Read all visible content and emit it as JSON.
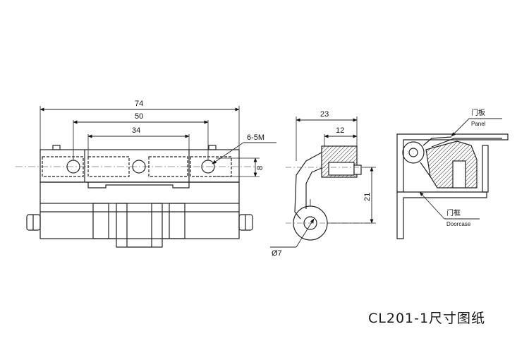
{
  "caption": "CL201-1尺寸图纸",
  "front_view": {
    "dim_overall": "74",
    "dim_holes": "50",
    "dim_inner": "34",
    "dim_height": "8",
    "thread_note": "6-5M"
  },
  "side_view": {
    "dim_width": "23",
    "dim_step": "12",
    "dim_height": "21",
    "pin_diameter": "Ø7"
  },
  "section_view": {
    "panel_cn": "门板",
    "panel_en": "Panel",
    "frame_cn": "门框",
    "frame_en": "Doorcase"
  }
}
